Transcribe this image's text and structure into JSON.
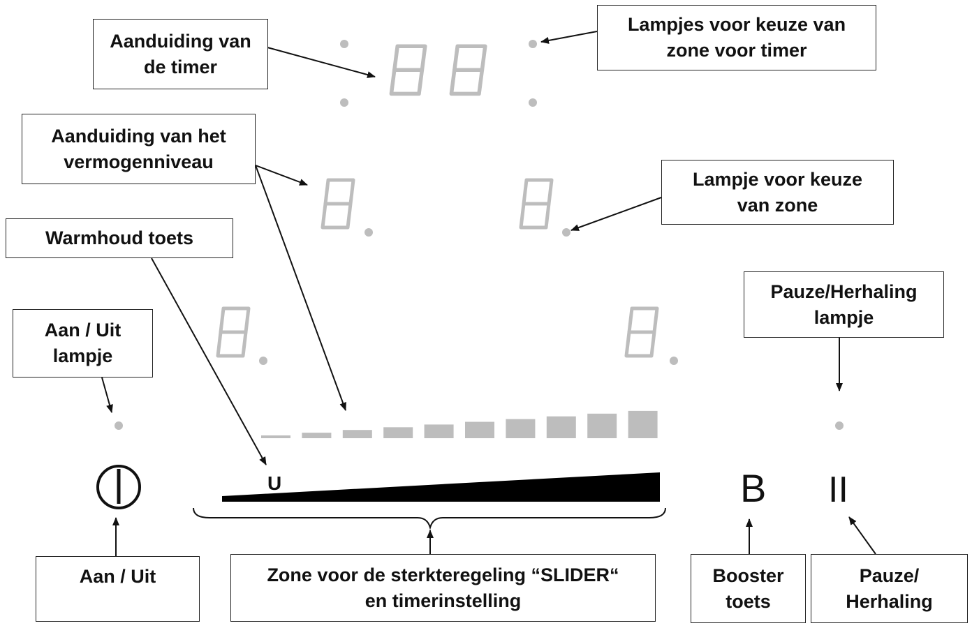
{
  "labels": {
    "timer_indication": [
      "Aanduiding van",
      "de timer"
    ],
    "timer_zone_lamps": [
      "Lampjes voor keuze van",
      "zone voor timer"
    ],
    "power_level_indication": [
      "Aanduiding van het",
      "vermogenniveau"
    ],
    "zone_select_lamp": [
      "Lampje voor keuze",
      "van zone"
    ],
    "keep_warm_key": [
      "Warmhoud toets"
    ],
    "pause_repeat_lamp": [
      "Pauze/Herhaling",
      "lampje"
    ],
    "on_off_lamp": [
      "Aan / Uit",
      "lampje"
    ],
    "on_off": [
      "Aan / Uit"
    ],
    "slider_zone": [
      "Zone voor de sterkteregeling “SLIDER“",
      "en timerinstelling"
    ],
    "booster_key": [
      "Booster",
      "toets"
    ],
    "pause_repeat": [
      "Pauze/",
      "Herhaling"
    ]
  },
  "panel": {
    "keep_warm_symbol": "U",
    "booster_symbol": "B",
    "pause_symbol": "II",
    "power_symbol": "power-icon",
    "level_bar_count": 10
  },
  "colors": {
    "segment_grey": "#bdbdbd",
    "ink": "#111111"
  }
}
